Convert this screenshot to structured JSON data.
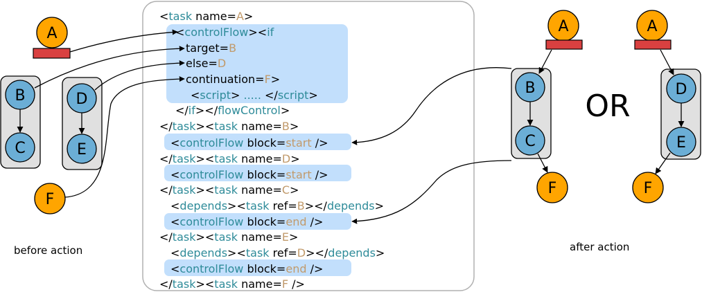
{
  "colors": {
    "task_orange": "#ffa500",
    "task_blue": "#6baed6",
    "group_fill": "#e0e0e0",
    "bar_red": "#d94040",
    "highlight": "#c2dffc",
    "tag": "#2e8b99",
    "value": "#c19a6b",
    "text": "#000000"
  },
  "labels": {
    "before": "before action",
    "after": "after action",
    "or": "OR"
  },
  "nodes": {
    "A": "A",
    "B": "B",
    "C": "C",
    "D": "D",
    "E": "E",
    "F": "F"
  },
  "code_lines": [
    [
      {
        "t": "<",
        "c": "text"
      },
      {
        "t": "task",
        "c": "tag"
      },
      {
        "t": " name=",
        "c": "text"
      },
      {
        "t": "A",
        "c": "val"
      },
      {
        "t": ">",
        "c": "text"
      }
    ],
    [
      {
        "t": "<",
        "c": "text"
      },
      {
        "t": "controlFlow",
        "c": "tag"
      },
      {
        "t": "><",
        "c": "text"
      },
      {
        "t": "if",
        "c": "tag"
      }
    ],
    [
      {
        "t": "target=",
        "c": "text"
      },
      {
        "t": "B",
        "c": "val"
      }
    ],
    [
      {
        "t": "else=",
        "c": "text"
      },
      {
        "t": "D",
        "c": "val"
      }
    ],
    [
      {
        "t": "continuation=",
        "c": "text"
      },
      {
        "t": "F",
        "c": "val"
      },
      {
        "t": ">",
        "c": "text"
      }
    ],
    [
      {
        "t": "<",
        "c": "text"
      },
      {
        "t": "script",
        "c": "tag"
      },
      {
        "t": ">  ",
        "c": "text"
      },
      {
        "t": ".....",
        "c": "dots"
      },
      {
        "t": "  </",
        "c": "text"
      },
      {
        "t": "script",
        "c": "tag"
      },
      {
        "t": ">",
        "c": "text"
      }
    ],
    [
      {
        "t": "</",
        "c": "text"
      },
      {
        "t": "if",
        "c": "tag"
      },
      {
        "t": "></",
        "c": "text"
      },
      {
        "t": "flowControl",
        "c": "tag"
      },
      {
        "t": ">",
        "c": "text"
      }
    ],
    [
      {
        "t": "</",
        "c": "text"
      },
      {
        "t": "task",
        "c": "tag"
      },
      {
        "t": "><",
        "c": "text"
      },
      {
        "t": "task",
        "c": "tag"
      },
      {
        "t": " name=",
        "c": "text"
      },
      {
        "t": "B",
        "c": "val"
      },
      {
        "t": ">",
        "c": "text"
      }
    ],
    [
      {
        "t": "<",
        "c": "text"
      },
      {
        "t": "controlFlow",
        "c": "tag"
      },
      {
        "t": " block=",
        "c": "text"
      },
      {
        "t": "start",
        "c": "val"
      },
      {
        "t": " />",
        "c": "text"
      }
    ],
    [
      {
        "t": "</",
        "c": "text"
      },
      {
        "t": "task",
        "c": "tag"
      },
      {
        "t": "><",
        "c": "text"
      },
      {
        "t": "task",
        "c": "tag"
      },
      {
        "t": " name=",
        "c": "text"
      },
      {
        "t": "D",
        "c": "val"
      },
      {
        "t": ">",
        "c": "text"
      }
    ],
    [
      {
        "t": "<",
        "c": "text"
      },
      {
        "t": "controlFlow",
        "c": "tag"
      },
      {
        "t": " block=",
        "c": "text"
      },
      {
        "t": "start",
        "c": "val"
      },
      {
        "t": " />",
        "c": "text"
      }
    ],
    [
      {
        "t": "</",
        "c": "text"
      },
      {
        "t": "task",
        "c": "tag"
      },
      {
        "t": "><",
        "c": "text"
      },
      {
        "t": "task",
        "c": "tag"
      },
      {
        "t": " name=",
        "c": "text"
      },
      {
        "t": "C",
        "c": "val"
      },
      {
        "t": ">",
        "c": "text"
      }
    ],
    [
      {
        "t": "<",
        "c": "text"
      },
      {
        "t": "depends",
        "c": "tag"
      },
      {
        "t": "><",
        "c": "text"
      },
      {
        "t": "task",
        "c": "tag"
      },
      {
        "t": " ref=",
        "c": "text"
      },
      {
        "t": "B",
        "c": "val"
      },
      {
        "t": "></",
        "c": "text"
      },
      {
        "t": "depends",
        "c": "tag"
      },
      {
        "t": ">",
        "c": "text"
      }
    ],
    [
      {
        "t": "<",
        "c": "text"
      },
      {
        "t": "controlFlow",
        "c": "tag"
      },
      {
        "t": " block=",
        "c": "text"
      },
      {
        "t": "end",
        "c": "val"
      },
      {
        "t": " />",
        "c": "text"
      }
    ],
    [
      {
        "t": "</",
        "c": "text"
      },
      {
        "t": "task",
        "c": "tag"
      },
      {
        "t": "><",
        "c": "text"
      },
      {
        "t": "task",
        "c": "tag"
      },
      {
        "t": " name=",
        "c": "text"
      },
      {
        "t": "E",
        "c": "val"
      },
      {
        "t": ">",
        "c": "text"
      }
    ],
    [
      {
        "t": "<",
        "c": "text"
      },
      {
        "t": "depends",
        "c": "tag"
      },
      {
        "t": "><",
        "c": "text"
      },
      {
        "t": "task",
        "c": "tag"
      },
      {
        "t": " ref=",
        "c": "text"
      },
      {
        "t": "D",
        "c": "val"
      },
      {
        "t": "></",
        "c": "text"
      },
      {
        "t": "depends",
        "c": "tag"
      },
      {
        "t": ">",
        "c": "text"
      }
    ],
    [
      {
        "t": "<",
        "c": "text"
      },
      {
        "t": "controlFlow",
        "c": "tag"
      },
      {
        "t": " block=",
        "c": "text"
      },
      {
        "t": "end",
        "c": "val"
      },
      {
        "t": " />",
        "c": "text"
      }
    ],
    [
      {
        "t": "</",
        "c": "text"
      },
      {
        "t": "task",
        "c": "tag"
      },
      {
        "t": "><",
        "c": "text"
      },
      {
        "t": "task",
        "c": "tag"
      },
      {
        "t": " name=",
        "c": "text"
      },
      {
        "t": "F",
        "c": "val"
      },
      {
        "t": " />",
        "c": "text"
      }
    ]
  ]
}
